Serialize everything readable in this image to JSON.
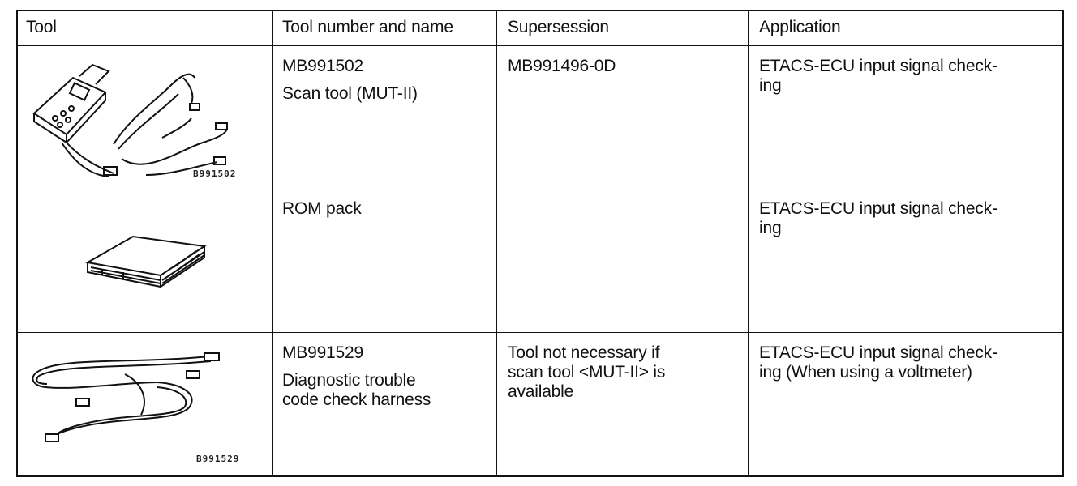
{
  "headers": {
    "tool": "Tool",
    "number_name": "Tool number and name",
    "supersession": "Supersession",
    "application": "Application"
  },
  "rows": [
    {
      "image_code": "B991502",
      "number": "MB991502",
      "name": "Scan tool (MUT-II)",
      "supersession": "MB991496-0D",
      "application_line1": "ETACS-ECU input signal check-",
      "application_line2": "ing"
    },
    {
      "image_code": "",
      "number": "ROM pack",
      "name": "",
      "supersession": "",
      "application_line1": "ETACS-ECU input signal check-",
      "application_line2": "ing"
    },
    {
      "image_code": "B991529",
      "number": "MB991529",
      "name_line1": "Diagnostic trouble",
      "name_line2": "code check harness",
      "supersession_line1": "Tool not necessary if",
      "supersession_line2": "scan tool <MUT-II> is",
      "supersession_line3": "available",
      "application_line1": "ETACS-ECU input signal check-",
      "application_line2": "ing (When using a voltmeter)"
    }
  ]
}
